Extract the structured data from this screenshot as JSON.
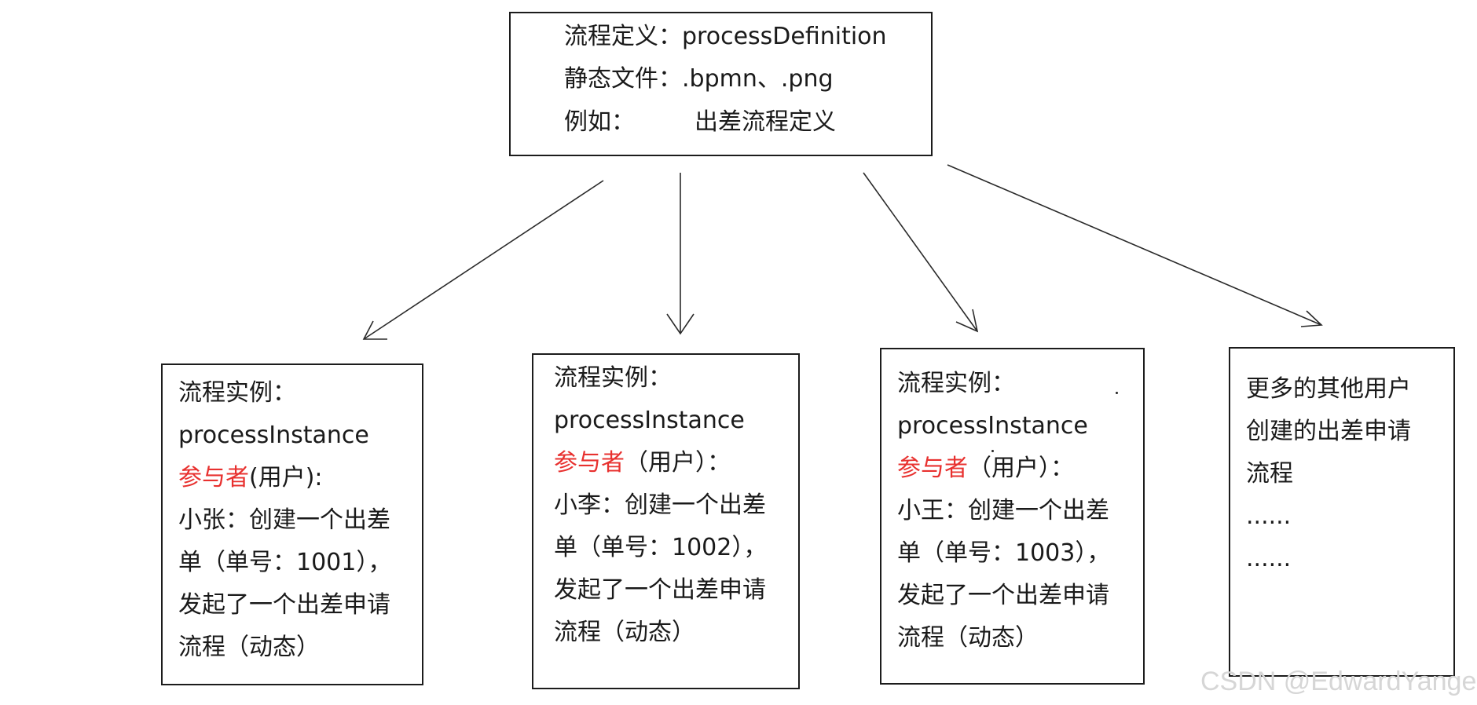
{
  "definition": {
    "line1": "流程定义：processDefinition",
    "line2": "静态文件：.bpmn、.png",
    "line3_label": "例如：",
    "line3_value": "出差流程定义"
  },
  "instances": [
    {
      "title": "流程实例：",
      "name": "processInstance",
      "participant_label": "参与者",
      "participant_suffix": "(用户):",
      "desc1": "小张：创建一个出差",
      "desc2": "单（单号：1001），",
      "desc3": "发起了一个出差申请",
      "desc4": "流程（动态）"
    },
    {
      "title": "流程实例：",
      "name": "processInstance",
      "participant_label": "参与者",
      "participant_suffix": "（用户）：",
      "desc1": "小李：创建一个出差",
      "desc2": "单（单号：1002），",
      "desc3": "发起了一个出差申请",
      "desc4": "流程（动态）"
    },
    {
      "title": "流程实例：",
      "name": "processInstance",
      "participant_label": "参与者",
      "participant_suffix": "（用户）：",
      "desc1": "小王：创建一个出差",
      "desc2": "单（单号：1003），",
      "desc3": "发起了一个出差申请",
      "desc4": "流程（动态）"
    }
  ],
  "more": {
    "line1": "更多的其他用户",
    "line2": "创建的出差申请",
    "line3": "流程",
    "line4": "......",
    "line5": "......"
  },
  "watermark": "CSDN @EdwardYange"
}
